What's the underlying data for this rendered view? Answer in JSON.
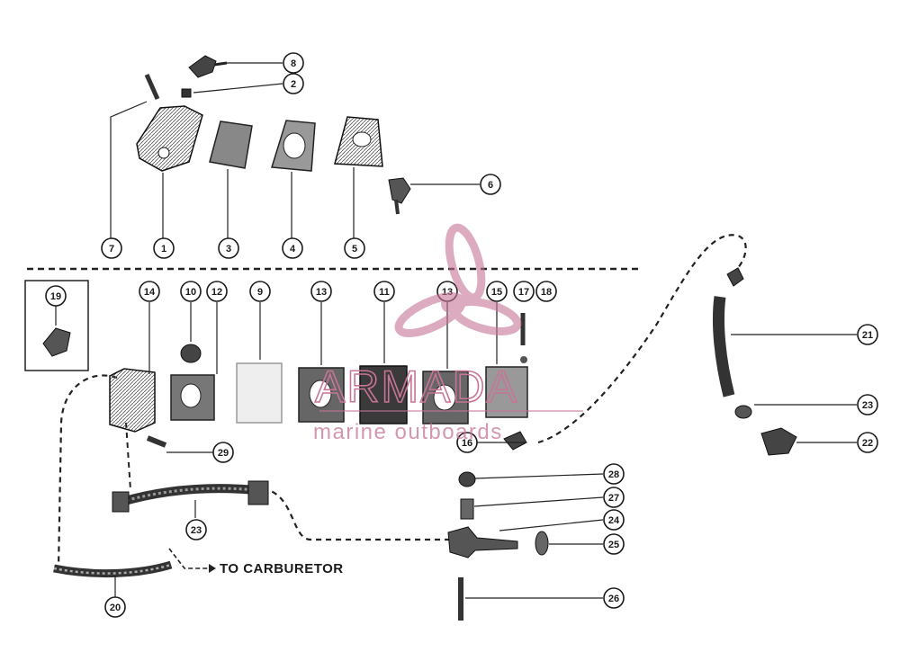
{
  "callouts": [
    "8",
    "2",
    "7",
    "1",
    "3",
    "4",
    "5",
    "6",
    "19",
    "14",
    "10",
    "12",
    "9",
    "13",
    "11",
    "13",
    "15",
    "17",
    "18",
    "21",
    "23",
    "22",
    "16",
    "29",
    "28",
    "27",
    "24",
    "25",
    "26",
    "23",
    "20"
  ],
  "carburetor_label": "TO CARBURETOR",
  "watermark": {
    "brand": "ARMADA",
    "tagline": "marine outboards",
    "color": "#c87497"
  },
  "icons": [
    "propeller-logo-icon"
  ]
}
